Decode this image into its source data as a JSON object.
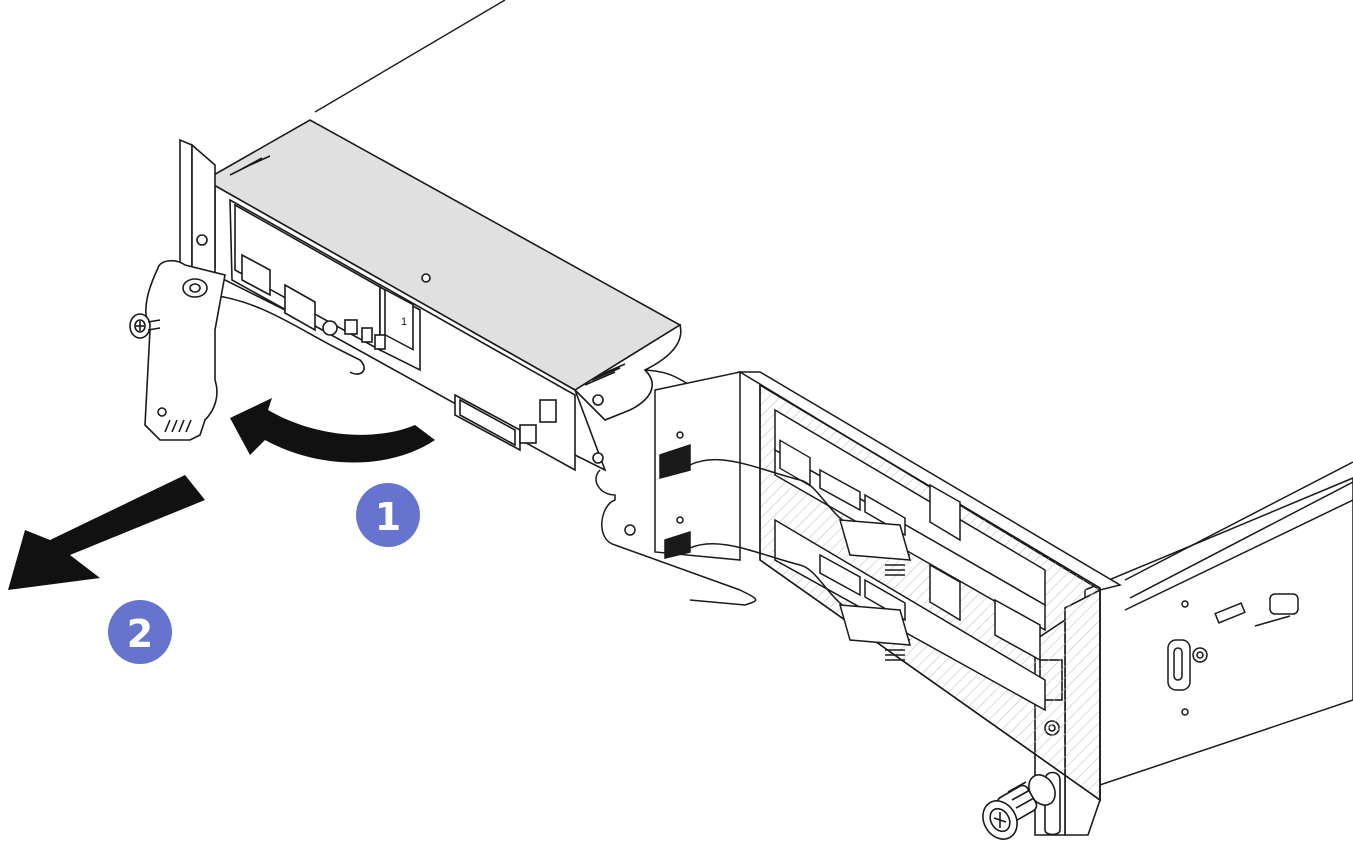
{
  "diagram": {
    "callouts": [
      {
        "id": "step-1",
        "label": "1"
      },
      {
        "id": "step-2",
        "label": "2"
      }
    ],
    "tray_label": "1"
  },
  "colors": {
    "line": "#1a1a1a",
    "tray_fill": "#e0e0e0",
    "chassis_fill": "#ffffff",
    "callout_fill": "#6674cf",
    "arrow": "#111111",
    "hatch": "#c4c4c4"
  },
  "icons": [
    "thumbscrew-icon",
    "release-latch-icon",
    "curved-arrow-icon",
    "straight-arrow-icon"
  ]
}
